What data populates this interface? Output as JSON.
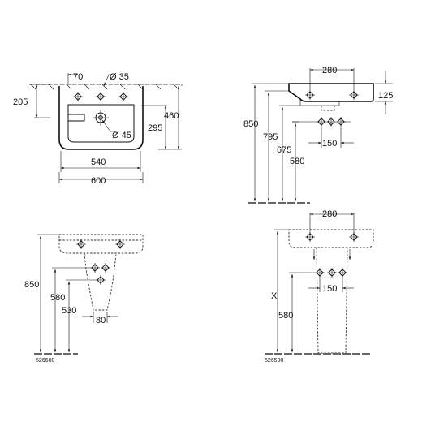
{
  "top_view": {
    "dims": {
      "d70": "70",
      "d35": "Ø 35",
      "d205": "205",
      "d460": "460",
      "d295": "295",
      "d45": "Ø 45",
      "d540": "540",
      "d600": "600"
    }
  },
  "side_view": {
    "dims": {
      "d280": "280",
      "d125": "125",
      "d850": "850",
      "d795": "795",
      "d675": "675",
      "d580": "580",
      "d150": "150"
    }
  },
  "semi_pedestal": {
    "dims": {
      "d850": "850",
      "d580": "580",
      "d530": "530",
      "d80": "80"
    },
    "code": "526600"
  },
  "full_pedestal": {
    "dims": {
      "d280": "280",
      "x": "X",
      "d580": "580",
      "d150": "150"
    },
    "code": "526500"
  }
}
